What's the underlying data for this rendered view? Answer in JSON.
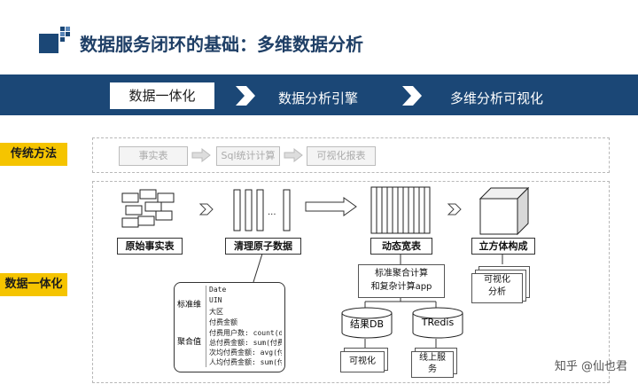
{
  "header": {
    "title": "数据服务闭环的基础：多维数据分析"
  },
  "steps": [
    "数据一体化",
    "数据分析引擎",
    "多维分析可视化"
  ],
  "traditional": {
    "label": "传统方法",
    "items": [
      "事实表",
      "Sql统计计算",
      "可视化报表"
    ]
  },
  "integrated": {
    "label": "数据一体化",
    "captions": [
      "原始事实表",
      "清理原子数据",
      "动态宽表",
      "立方体构成"
    ],
    "calc": "标准聚合计算\n和复杂计算app",
    "visual": "可视化\n分析",
    "stores": [
      "结果DB",
      "TRedis"
    ],
    "outputs": [
      "可视化",
      "线上服\n务"
    ],
    "detail": {
      "dims_label": "标准维",
      "dims": [
        "Date",
        "UIN",
        "大区",
        "付费金额"
      ],
      "agg_label": "聚合值",
      "aggs": [
        "付费用户数: count(dis",
        "总付费金额: sum(付费金",
        "次均付费金额: avg(付费",
        "人均付费金额: sum(付费"
      ]
    }
  },
  "watermark": "知乎 @仙也君",
  "colors": {
    "navy": "#1b4776",
    "yellow": "#f5c400"
  }
}
